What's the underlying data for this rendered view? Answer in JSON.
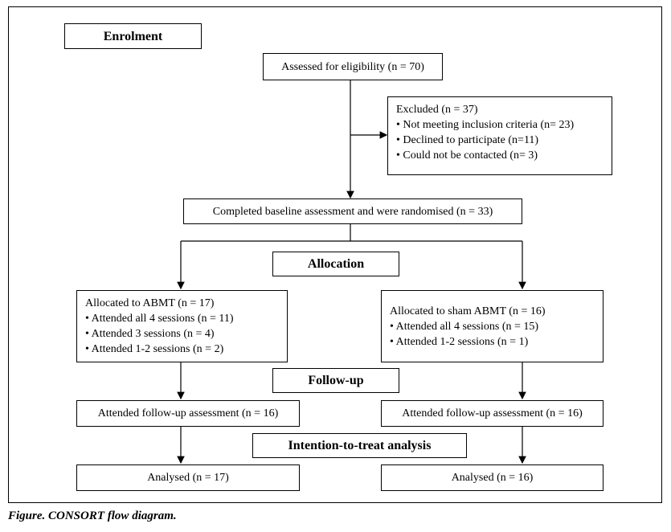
{
  "headers": {
    "enrolment": "Enrolment",
    "allocation": "Allocation",
    "followup": "Follow-up",
    "itt": "Intention-to-treat analysis"
  },
  "assessed": "Assessed for eligibility (n = 70)",
  "excluded": {
    "title": "Excluded (n = 37)",
    "items": [
      "• Not meeting inclusion criteria (n= 23)",
      "• Declined to participate (n=11)",
      "• Could not be contacted (n= 3)"
    ]
  },
  "randomised": "Completed baseline assessment and were randomised (n = 33)",
  "abmt": {
    "title": "Allocated to ABMT (n = 17)",
    "items": [
      "• Attended all 4 sessions (n = 11)",
      "• Attended 3 sessions (n = 4)",
      "• Attended 1-2 sessions (n = 2)"
    ]
  },
  "sham": {
    "title": "Allocated to sham ABMT (n = 16)",
    "items": [
      "• Attended all 4 sessions (n = 15)",
      "• Attended 1-2 sessions (n = 1)"
    ]
  },
  "followup_left": "Attended follow-up assessment (n = 16)",
  "followup_right": "Attended follow-up assessment (n = 16)",
  "analysed_left": "Analysed (n = 17)",
  "analysed_right": "Analysed (n = 16)",
  "caption": "Figure. CONSORT flow diagram."
}
